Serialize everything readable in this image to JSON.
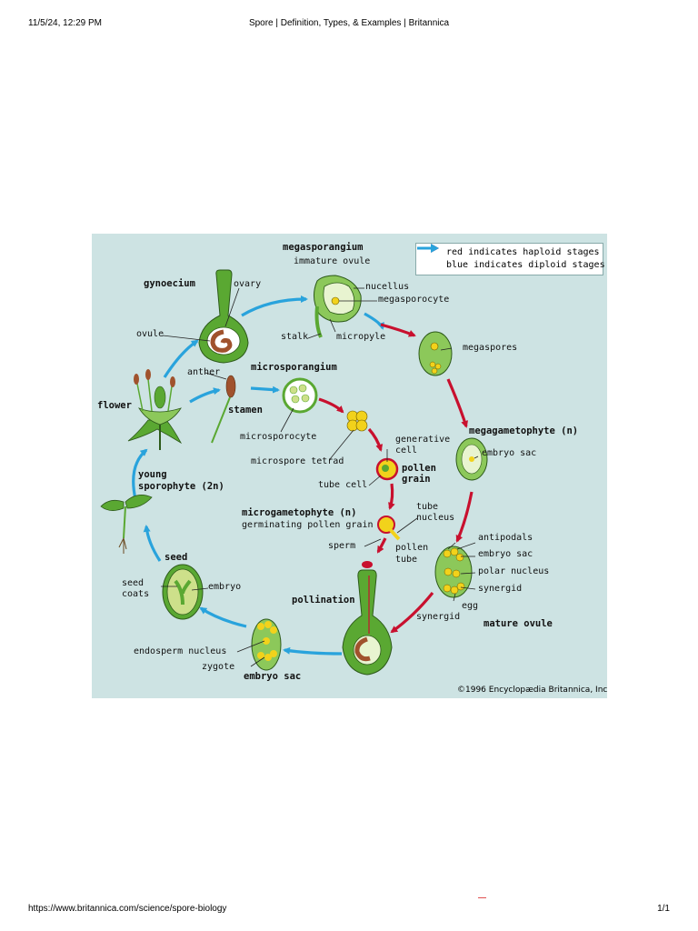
{
  "print_header": {
    "datetime": "11/5/24, 12:29 PM",
    "title": "Spore | Definition, Types, & Examples | Britannica"
  },
  "print_footer": {
    "url": "https://www.britannica.com/science/spore-biology",
    "page": "1/1"
  },
  "colors": {
    "haploid_arrow": "#c8102e",
    "diploid_arrow": "#29a3dc",
    "figure_background": "#cde3e3",
    "plant_green": "#5aa832",
    "nucleus_yellow": "#f2d21b"
  },
  "legend": {
    "red": "red indicates haploid stages",
    "blue": "blue indicates diploid stages"
  },
  "labels": {
    "megasporangium": "megasporangium",
    "immature_ovule": "immature ovule",
    "gynoecium": "gynoecium",
    "ovary": "ovary",
    "nucellus": "nucellus",
    "megasporocyte": "megasporocyte",
    "ovule": "ovule",
    "stalk": "stalk",
    "micropyle": "micropyle",
    "megaspores": "megaspores",
    "anther": "anther",
    "microsporangium": "microsporangium",
    "flower": "flower",
    "stamen": "stamen",
    "microsporocyte": "microsporocyte",
    "megagametophyte": "megagametophyte (n)",
    "generative_cell_1": "generative",
    "generative_cell_2": "cell",
    "embryo_sac_top": "embryo sac",
    "microspore_tetrad": "microspore tetrad",
    "young_sporophyte_1": "young",
    "young_sporophyte_2": "sporophyte (2n)",
    "pollen_grain_1": "pollen",
    "pollen_grain_2": "grain",
    "tube_cell": "tube cell",
    "microgametophyte": "microgametophyte (n)",
    "germinating_pollen_grain": "germinating pollen grain",
    "tube_nucleus_1": "tube",
    "tube_nucleus_2": "nucleus",
    "antipodals": "antipodals",
    "sperm": "sperm",
    "pollen_tube_1": "pollen",
    "pollen_tube_2": "tube",
    "embryo_sac_mid": "embryo sac",
    "seed": "seed",
    "polar_nucleus": "polar nucleus",
    "seed_coats_1": "seed",
    "seed_coats_2": "coats",
    "embryo": "embryo",
    "synergid_right": "synergid",
    "egg": "egg",
    "pollination": "pollination",
    "synergid_left": "synergid",
    "mature_ovule": "mature ovule",
    "endosperm_nucleus": "endosperm nucleus",
    "zygote": "zygote",
    "embryo_sac_bottom": "embryo sac"
  },
  "copyright": "©1996 Encyclopædia Britannica, Inc."
}
